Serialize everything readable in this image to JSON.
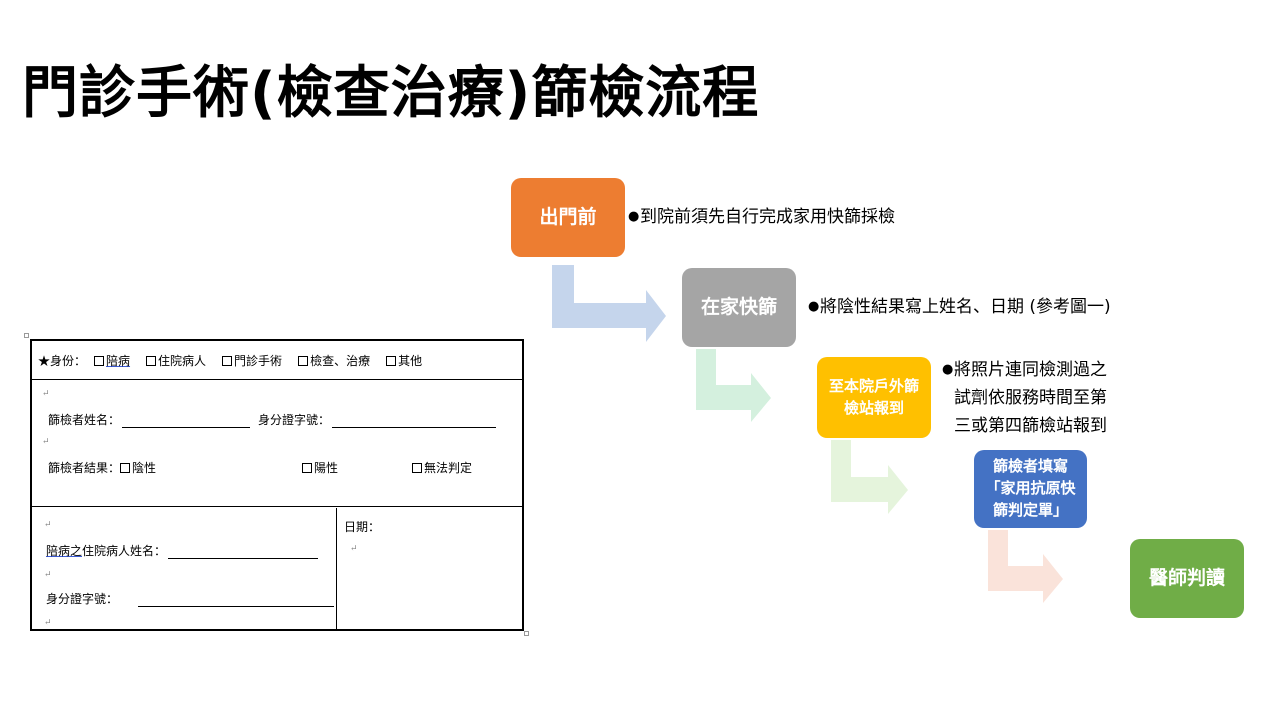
{
  "title": "門診手術(檢查治療)篩檢流程",
  "steps": [
    {
      "label": "出門前",
      "color": "#ED7D31"
    },
    {
      "label": "在家快篩",
      "color": "#A5A5A5"
    },
    {
      "label": "至本院戶外篩檢站報到",
      "line1": "至本院戶外篩",
      "line2": "檢站報到",
      "color": "#FFC000"
    },
    {
      "line1": "篩檢者填寫",
      "line2": "「家用抗原快",
      "line3": "篩判定單」",
      "color": "#4472C4"
    },
    {
      "label": "醫師判讀",
      "color": "#70AD47"
    }
  ],
  "bullets": {
    "b1": "到院前須先自行完成家用快篩採檢",
    "b2": "將陰性結果寫上姓名、日期 (參考圖一)",
    "b3_line1": "將照片連同檢測過之",
    "b3_line2": "試劑依服務時間至第",
    "b3_line3": "三或第四篩檢站報到"
  },
  "arrow_colors": [
    "#C5D5EC",
    "#D4F0DE",
    "#E5F4DC",
    "#FAE3DA"
  ],
  "form": {
    "identity_label": "★身份：",
    "options": [
      "陪病",
      "住院病人",
      "門診手術",
      "檢查、治療",
      "其他"
    ],
    "name_label": "篩檢者姓名：",
    "id_label": "身分證字號：",
    "result_label": "篩檢者結果：",
    "result_options": [
      "陰性",
      "陽性",
      "無法判定"
    ],
    "escort_prefix": "陪病之",
    "escort_label": "住院病人姓名：",
    "id_label2": "身分證字號：",
    "date_label": "日期："
  }
}
